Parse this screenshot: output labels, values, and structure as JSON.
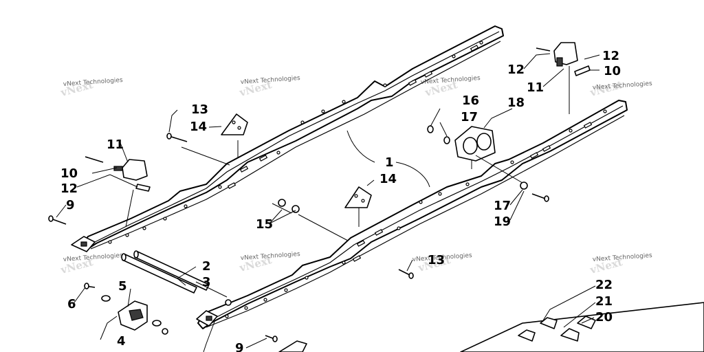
{
  "watermark": "vNext Technologies",
  "callouts": {
    "c1": "1",
    "c2": "2",
    "c3": "3",
    "c4": "4",
    "c5": "5",
    "c6": "6",
    "c9a": "9",
    "c9b": "9",
    "c10a": "10",
    "c10b": "10",
    "c11a": "11",
    "c11b": "11",
    "c12a": "12",
    "c12b": "12",
    "c12c": "12",
    "c13a": "13",
    "c13b": "13",
    "c14a": "14",
    "c14b": "14",
    "c15": "15",
    "c16": "16",
    "c17a": "17",
    "c17b": "17",
    "c18": "18",
    "c19": "19",
    "c20": "20",
    "c21": "21",
    "c22": "22"
  }
}
